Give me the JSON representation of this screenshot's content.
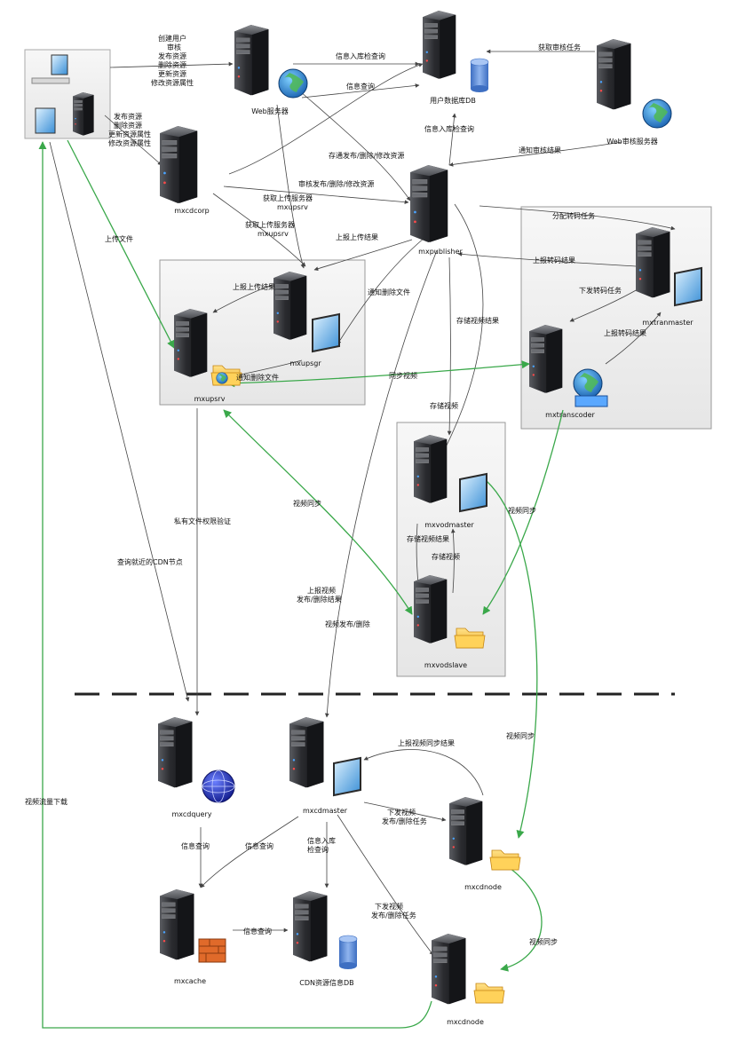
{
  "nodes": {
    "client": "",
    "web_server": "Web服务器",
    "user_db": "用户数据库DB",
    "web_admin": "Web审核服务器",
    "mxcdcorp": "mxcdcorp",
    "mxpublisher": "mxpublisher",
    "mxupsrv": "mxupsrv",
    "mxupsgr": "mxupsgr",
    "mxtranmaster": "mxtranmaster",
    "mxtranscoder": "mxtranscoder",
    "mxvodmaster": "mxvodmaster",
    "mxvodslave": "mxvodslave",
    "mxcdquery": "mxcdquery",
    "mxcdmaster": "mxcdmaster",
    "mxcdnode_a": "mxcdnode",
    "mxcache": "mxcache",
    "cdn_db": "CDN资源信息DB",
    "mxcdnode_b": "mxcdnode"
  },
  "edges": {
    "client_web": [
      "创建用户",
      "审核",
      "发布资源",
      "删除资源",
      "更新资源",
      "修改资源属性"
    ],
    "client_corp": [
      "发布资源",
      "删除资源",
      "更新资源属性",
      "修改资源属性"
    ],
    "web_userdb": "信息入库检查询",
    "web_userdb_2": "信息查询",
    "admin_userdb": "获取审核任务",
    "admin_pub": "通知审核结果",
    "pub_userdb": "信息入库检查询",
    "web_pub": "存通发布/删除/修改资源",
    "corp_pub": "审核发布/删除/修改资源",
    "web_upsrv": "获取上传服务器",
    "web_upsrv_2": "mxupsrv",
    "corp_upsrv": "获取上传服务器",
    "corp_upsrv_2": "mxupsrv",
    "upsgr_pub": "上报上传结果",
    "client_upsrv": "上传文件",
    "upsgr_upsrv": "上报上传结果",
    "pub_upsrv": "通知删除文件",
    "upsrv_upsgr": "通知删除文件",
    "pub_tranmaster": "分配转码任务",
    "tranmaster_pub": "上报转码结果",
    "tranmaster_transcoder": "下发转码任务",
    "transcoder_tranmaster": "上报转码结果",
    "upsrv_transcoder": "同步视频",
    "pub_vodmaster": "存储视频结果",
    "pub_vodmaster_2": "存储视频",
    "vodmaster_vodslave": "存储视频结果",
    "vodmaster_vodslave_2": "存储视频",
    "upsrv_vodslave": "视频同步",
    "transcoder_vodslave": "视频同步",
    "upsrv_access": "私有文件权限验证",
    "client_cdn_query": "查询就近的CDN节点",
    "pub_cdnmaster": "上报视频",
    "pub_cdnmaster_2": "发布/删除结果",
    "pub_cdnmaster_3": "视频发布/删除",
    "vodmaster_cdnnode": "视频同步",
    "cdnnode_cdnmaster": "上报视频同步结果",
    "cdnmaster_cdnnode": "下发视频",
    "cdnmaster_cdnnode_2": "发布/删除任务",
    "cdnmaster_cache": "信息查询",
    "cdnmaster_cdndb": "信息入库",
    "cdnmaster_cdndb_2": "检查询",
    "cdnmaster_cdnnode_b": "下发视频",
    "cdnmaster_cdnnode_b_2": "发布/删除任务",
    "query_cache": "信息查询",
    "cache_cdndb": "信息查询",
    "cdnnode_sync": "视频同步",
    "client_download": "视频流量下载"
  },
  "colors": {
    "green_edge": "#3aa84a",
    "black_edge": "#444444",
    "server_dark": "#1e1f22",
    "group_border": "#9a9a9a"
  }
}
